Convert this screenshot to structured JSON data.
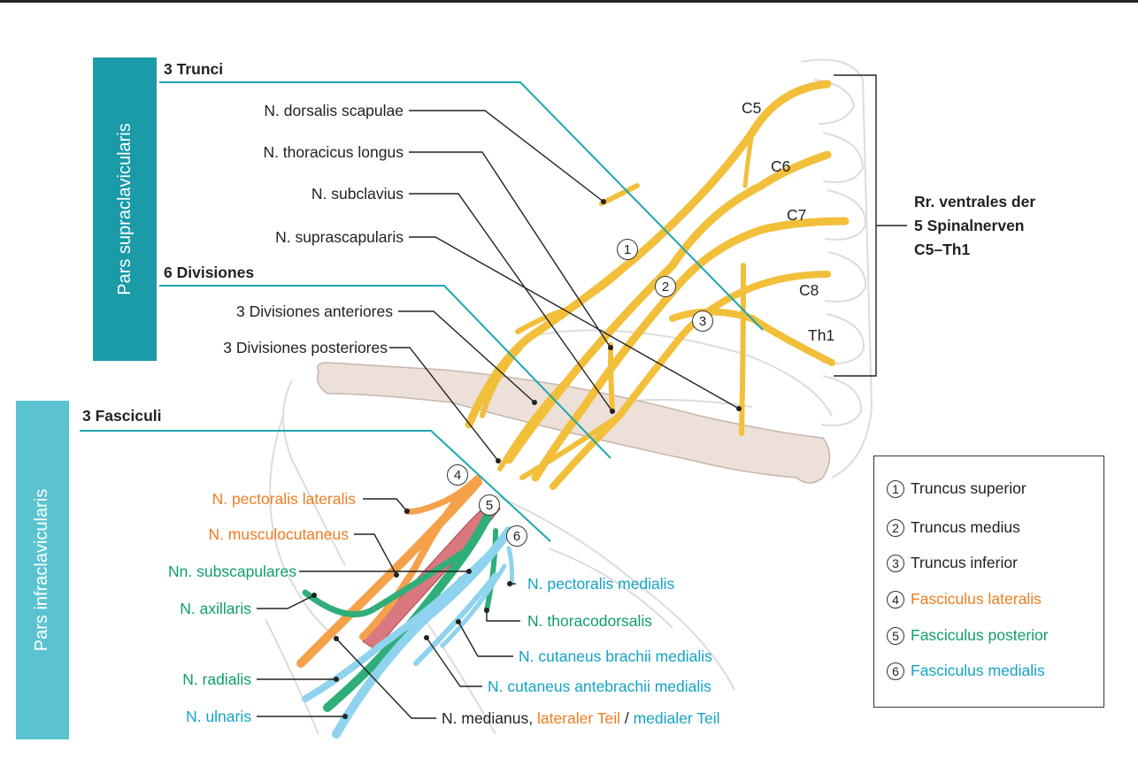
{
  "bands": {
    "supra": {
      "label": "Pars supraclavicularis",
      "color": "#1b9aa8"
    },
    "infra": {
      "label": "Pars infraclavicularis",
      "color": "#5bc3cf"
    }
  },
  "headings": {
    "trunci": "3 Trunci",
    "divisiones": "6 Divisiones",
    "fasciculi": "3 Fasciculi"
  },
  "nerves_supra": {
    "dorsalis_scapulae": "N. dorsalis scapulae",
    "thoracicus_longus": "N. thoracicus longus",
    "subclavius": "N. subclavius",
    "suprascapularis": "N. suprascapularis",
    "div_anteriores": "3 Divisiones anteriores",
    "div_posteriores": "3 Divisiones posteriores"
  },
  "nerves_infra": {
    "pectoralis_lateralis": "N. pectoralis lateralis",
    "musculocutaneus": "N. musculocutaneus",
    "subscapulares": "Nn. subscapulares",
    "axillaris": "N. axillaris",
    "radialis": "N. radialis",
    "ulnaris": "N. ulnaris",
    "pectoralis_medialis": "N. pectoralis medialis",
    "thoracodorsalis": "N. thoracodorsalis",
    "cutaneus_brachii": "N. cutaneus brachii medialis",
    "cutaneus_antebrachii": "N. cutaneus antebrachii medialis"
  },
  "medianus": {
    "prefix": "N. medianus, ",
    "lateral": "lateraler Teil",
    "sep": " / ",
    "medial": "medialer Teil"
  },
  "roots": {
    "c5": "C5",
    "c6": "C6",
    "c7": "C7",
    "c8": "C8",
    "th1": "Th1"
  },
  "spinal_label": {
    "line1": "Rr. ventrales der",
    "line2": "5 Spinalnerven",
    "line3": "C5–Th1"
  },
  "markers": [
    "1",
    "2",
    "3",
    "4",
    "5",
    "6"
  ],
  "legend": [
    {
      "num": "1",
      "label": "Truncus superior"
    },
    {
      "num": "2",
      "label": "Truncus medius"
    },
    {
      "num": "3",
      "label": "Truncus inferior"
    },
    {
      "num": "4",
      "label": "Fasciculus lateralis"
    },
    {
      "num": "5",
      "label": "Fasciculus posterior"
    },
    {
      "num": "6",
      "label": "Fasciculus medialis"
    }
  ],
  "colors": {
    "teal_line": "#1aa7b3",
    "nerve_yellow": "#f2bf3a",
    "lateral_orange": "#f5a14b",
    "posterior_green": "#2fae7a",
    "medial_blue": "#8fd3ee",
    "artery_red": "#d9787e",
    "clavicle": "#ece0d8"
  }
}
